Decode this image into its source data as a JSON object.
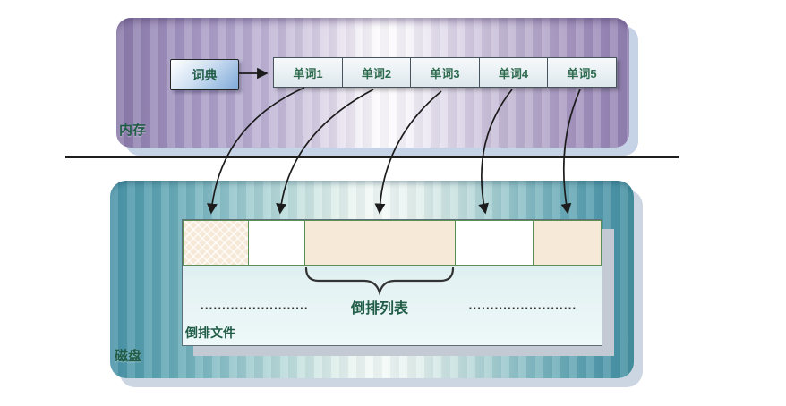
{
  "colors": {
    "label-green": "#215c47",
    "word-green": "#2e6b4f",
    "segment-border-green": "#5a8f55",
    "segment-peach": "#f6e9d7",
    "memory-purple": "#9181b1",
    "disk-teal": "#4a93a8",
    "dict-blue": "#7fa9d9",
    "arrow-black": "#1c1c1c"
  },
  "memory_panel": {
    "label": "内存",
    "dictionary": "词典",
    "words": [
      "单词1",
      "单词2",
      "单词3",
      "单词4",
      "单词5"
    ]
  },
  "disk_panel": {
    "label": "磁盘",
    "inverted_file": "倒排文件",
    "inverted_list": "倒排列表",
    "ellipsis_left": "·························",
    "ellipsis_right": "·························"
  }
}
